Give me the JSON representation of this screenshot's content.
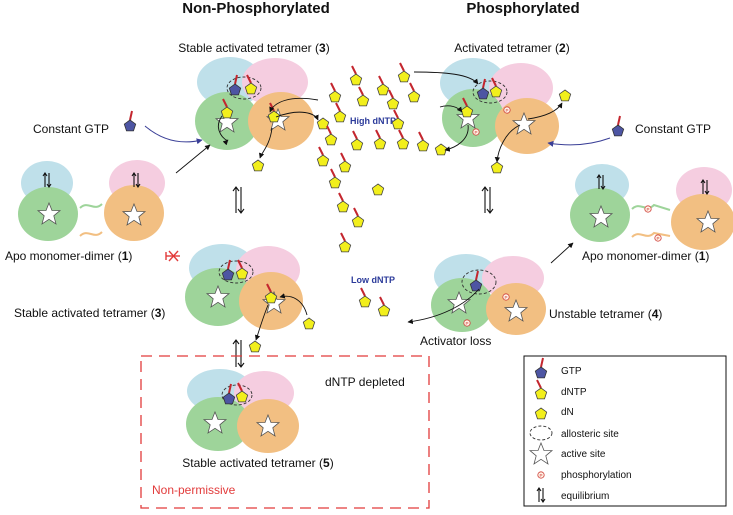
{
  "headers": {
    "left": "Non-Phosphorylated",
    "right": "Phosphorylated"
  },
  "labels": {
    "stable_top": "Stable activated tetramer (",
    "stable_top_num": "3",
    "activated_top": "Activated tetramer (",
    "activated_top_num": "2",
    "constant_gtp": "Constant GTP",
    "high_dntp": "High dNTP",
    "low_dntp": "Low dNTP",
    "apo": "Apo monomer-dimer (",
    "apo_num": "1",
    "stable_mid": "Stable activated tetramer (",
    "stable_mid_num": "3",
    "unstable": "Unstable tetramer (",
    "unstable_num": "4",
    "activator_loss": "Activator loss",
    "dntp_depleted": "dNTP depleted",
    "stable_bottom": "Stable activated tetramer (",
    "stable_bottom_num": "5",
    "non_permissive": "Non-permissive",
    "close_paren": ")"
  },
  "legend": {
    "items": [
      {
        "icon": "gtp-icon",
        "label": "GTP"
      },
      {
        "icon": "dntp-icon",
        "label": "dNTP"
      },
      {
        "icon": "dn-icon",
        "label": "dN"
      },
      {
        "icon": "allosteric-site-icon",
        "label": "allosteric site"
      },
      {
        "icon": "active-site-icon",
        "label": "active site"
      },
      {
        "icon": "phosphorylation-icon",
        "label": "phosphorylation"
      },
      {
        "icon": "equilibrium-icon",
        "label": "equilibrium"
      }
    ]
  },
  "colors": {
    "blue_subunit": "#bfe0ea",
    "pink_subunit": "#f5cde0",
    "green_subunit": "#9ed49a",
    "orange_subunit": "#f2bf82",
    "pentagon_yellow": "#f2ef1c",
    "gtp_blue": "#4d55a3",
    "stick_red": "#c4262e",
    "depleted_box": "#e23b3b",
    "arrow_blue": "#3a3f97"
  }
}
